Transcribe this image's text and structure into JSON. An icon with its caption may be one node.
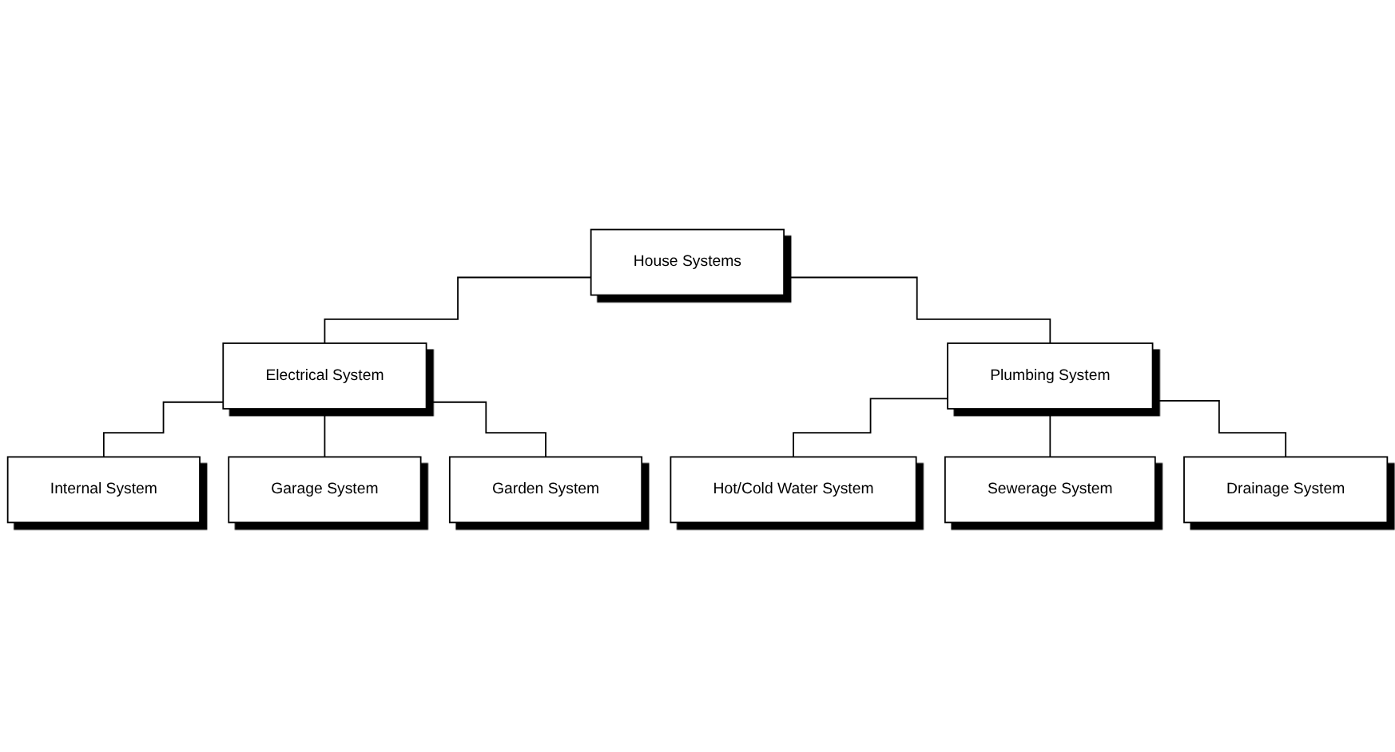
{
  "diagram": {
    "nodes": [
      {
        "text": [
          "House Systems"
        ]
      },
      {
        "text": [
          "Electrical System"
        ]
      },
      {
        "text": [
          "Plumbing System"
        ]
      },
      {
        "text": [
          "Internal System"
        ]
      },
      {
        "text": [
          "Garage System"
        ]
      },
      {
        "text": [
          "Garden System"
        ]
      },
      {
        "text": [
          "Hot/Cold Water System"
        ]
      },
      {
        "text": [
          "Sewerage System"
        ]
      },
      {
        "text": [
          "Drainage System"
        ]
      }
    ],
    "edges": [
      {
        "from": 0,
        "to": 1,
        "arrow": "none"
      },
      {
        "from": 0,
        "to": 2,
        "arrow": "none"
      },
      {
        "from": 1,
        "to": 3,
        "arrow": "none"
      },
      {
        "from": 1,
        "to": 4,
        "arrow": "none"
      },
      {
        "from": 1,
        "to": 5,
        "arrow": "none"
      },
      {
        "from": 2,
        "to": 6,
        "arrow": "none"
      },
      {
        "from": 2,
        "to": 7,
        "arrow": "none"
      },
      {
        "from": 2,
        "to": 8,
        "arrow": "none"
      }
    ]
  }
}
